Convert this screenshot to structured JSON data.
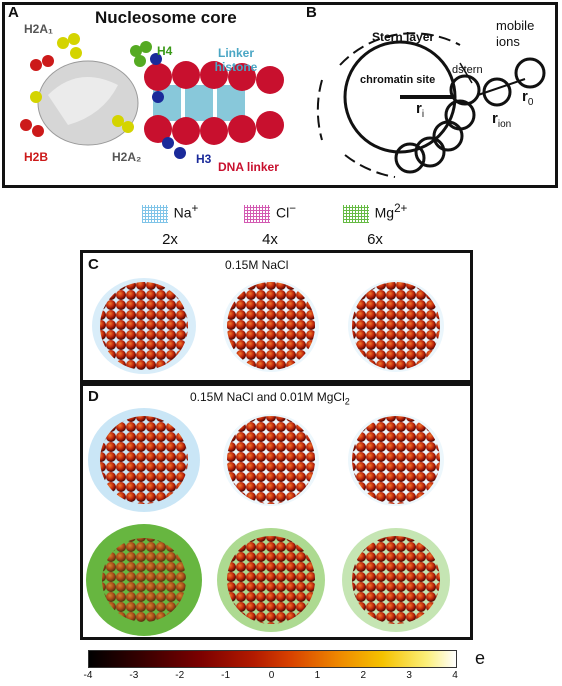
{
  "panelA": {
    "label": "A",
    "title": "Nucleosome core",
    "labels": {
      "h2a1": "H2A₁",
      "h4": "H4",
      "linker_histone": "Linker histone",
      "h2b": "H2B",
      "h2a2": "H2A₂",
      "h3": "H3",
      "dna_linker": "DNA linker"
    }
  },
  "panelB": {
    "label": "B",
    "stern_layer": "Stern layer",
    "chromatin_site": "chromatin site",
    "mobile_ions": "mobile ions",
    "ri": "r",
    "ri_sub": "i",
    "dstern": "d",
    "dstern_sub": "stern",
    "r0": "r",
    "r0_sub": "0",
    "rion": "r",
    "rion_sub": "ion"
  },
  "legend": {
    "items": [
      {
        "ion": "Na",
        "charge": "+",
        "scale": "2x",
        "color": "#7fc4e8"
      },
      {
        "ion": "Cl",
        "charge": "−",
        "scale": "4x",
        "color": "#d35ab2"
      },
      {
        "ion": "Mg",
        "charge": "2+",
        "scale": "6x",
        "color": "#66bb44"
      }
    ]
  },
  "panelC": {
    "label": "C",
    "condition": "0.15M NaCl"
  },
  "panelD": {
    "label": "D",
    "condition": "0.15M NaCl and 0.01M MgCl",
    "condition_sub": "2"
  },
  "colorbar": {
    "ticks": [
      "-4",
      "-3",
      "-2",
      "-1",
      "0",
      "1",
      "2",
      "3",
      "4"
    ],
    "unit": "e",
    "min": -4,
    "max": 4
  }
}
